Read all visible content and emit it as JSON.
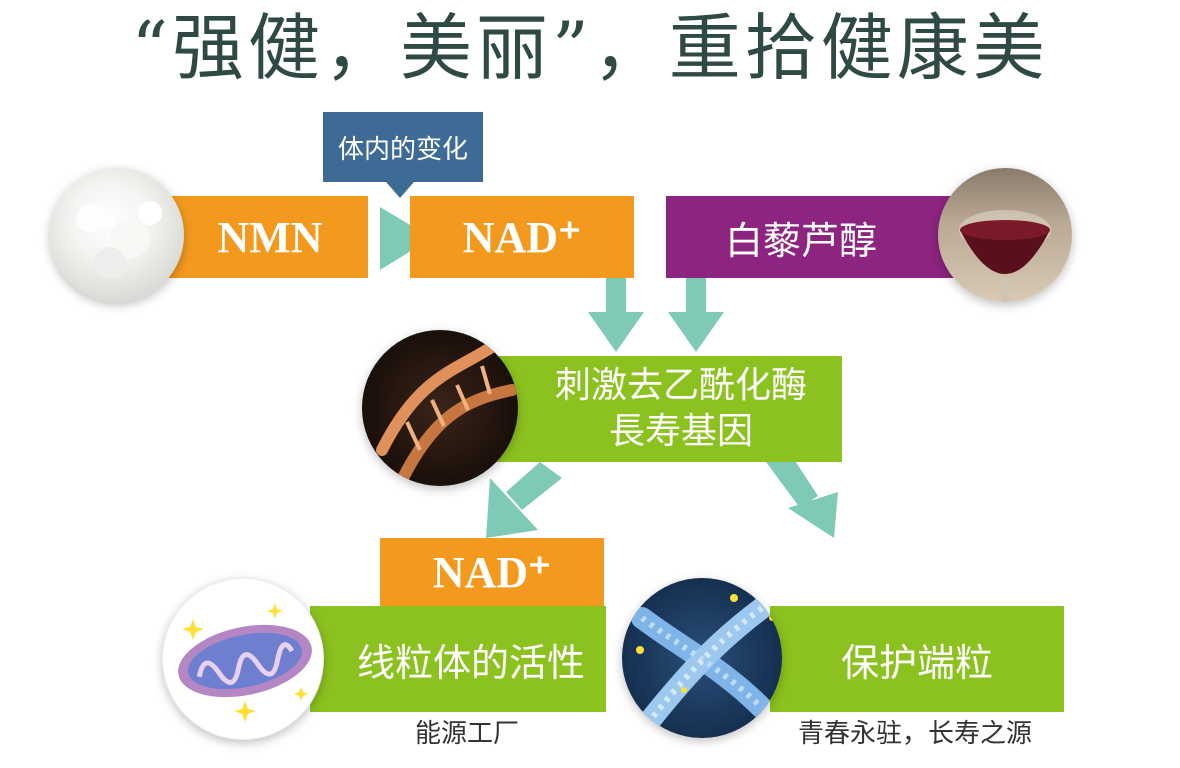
{
  "title": "“强健，美丽”，重拾健康美",
  "callout": "体内的变化",
  "nmn": "NMN",
  "nad_top": "NAD⁺",
  "resveratrol": "白藜芦醇",
  "sirtuin_line1": "刺激去乙酰化酶",
  "sirtuin_line2": "長寿基因",
  "nad_bottom": "NAD⁺",
  "mitochondria": "线粒体的活性",
  "telomere": "保护端粒",
  "caption_left": "能源工厂",
  "caption_right": "青春永驻，长寿之源",
  "colors": {
    "orange": "#f39a1e",
    "purple": "#8d2480",
    "green": "#8cc21f",
    "navy": "#3e6b96",
    "arrow": "#7fcab7",
    "title": "#2f4a45"
  },
  "icons": [
    "powder-icon",
    "wine-glass-icon",
    "dna-helix-icon",
    "mitochondria-icon",
    "chromosome-icon"
  ]
}
